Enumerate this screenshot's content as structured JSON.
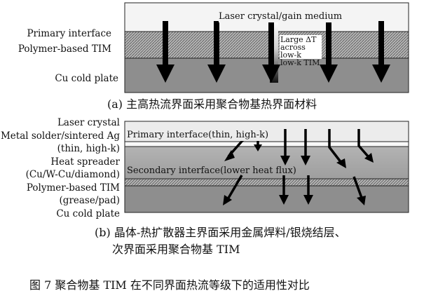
{
  "panel_a": {
    "left_labels": {
      "primary": "Primary interface",
      "tim": "Polymer-based TIM",
      "cold": "Cu cold plate"
    },
    "crystal_label": "Laser crystal/gain medium",
    "note": [
      "Large ΔT",
      "across low-k",
      "low-k TIM"
    ],
    "caption": "(a) 主高热流界面采用聚合物基热界面材料"
  },
  "panel_b": {
    "left_labels": [
      "Laser crystal",
      "Metal solder/sintered Ag",
      "(thin, high-k)",
      "Heat spreader",
      "(Cu/W-Cu/diamond)",
      "Polymer-based TIM",
      "(grease/pad)",
      "Cu cold plate"
    ],
    "primary_label": "Primary interface(thin, high-k)",
    "secondary_label": "Secondary interface(lower heat flux)",
    "caption_lines": [
      "(b) 晶体-热扩散器主界面采用金属焊料/银烧结层、",
      "次界面采用聚合物基 TIM"
    ]
  },
  "figure_caption": "图 7   聚合物基 TIM 在不同界面热流等级下的适用性对比",
  "colors": {
    "crystal": "#f4f4f4",
    "tim_hatch": "#9a9a9a",
    "cold_plate": "#8e8e8e",
    "spreader": "#a7a7a7",
    "arrow": "#000000"
  }
}
